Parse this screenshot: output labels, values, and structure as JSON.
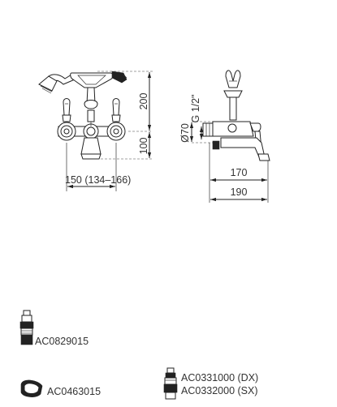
{
  "front_view": {
    "height_label": "200",
    "lower_height_label": "100",
    "width_label": "150 (134–166)"
  },
  "side_view": {
    "diameter_label": "Ø70",
    "thread_label": "G 1/2\"",
    "depth_label": "170",
    "overall_depth_label": "190"
  },
  "spare_parts": [
    {
      "code": "AC0829015"
    },
    {
      "code": "AC0463015"
    },
    {
      "code": "AC0331000 (DX)"
    },
    {
      "code": "AC0332000 (SX)"
    }
  ]
}
